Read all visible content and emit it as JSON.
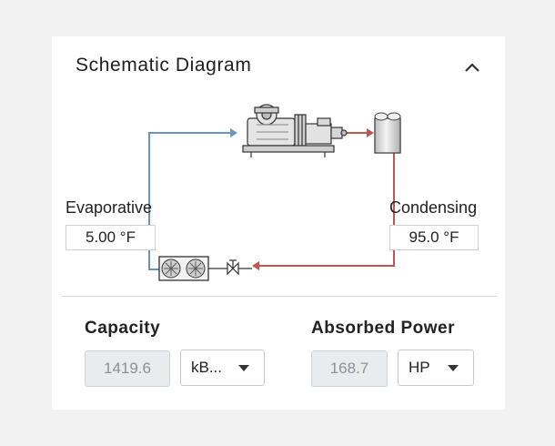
{
  "panel": {
    "title": "Schematic Diagram",
    "collapse_icon": "chevron-up-icon"
  },
  "schematic": {
    "evaporative_label": "Evaporative",
    "evaporative_value": "5.00 °F",
    "condensing_label": "Condensing",
    "condensing_value": "95.0 °F",
    "suction_line_color": "#6a93c9",
    "discharge_line_color": "#c0564f",
    "icons": [
      "compressor-icon",
      "condenser-icon",
      "evaporator-fan-icon",
      "expansion-valve-icon"
    ]
  },
  "capacity": {
    "label": "Capacity",
    "value": "1419.6",
    "unit": "kB..."
  },
  "absorbed_power": {
    "label": "Absorbed Power",
    "value": "168.7",
    "unit": "HP"
  }
}
